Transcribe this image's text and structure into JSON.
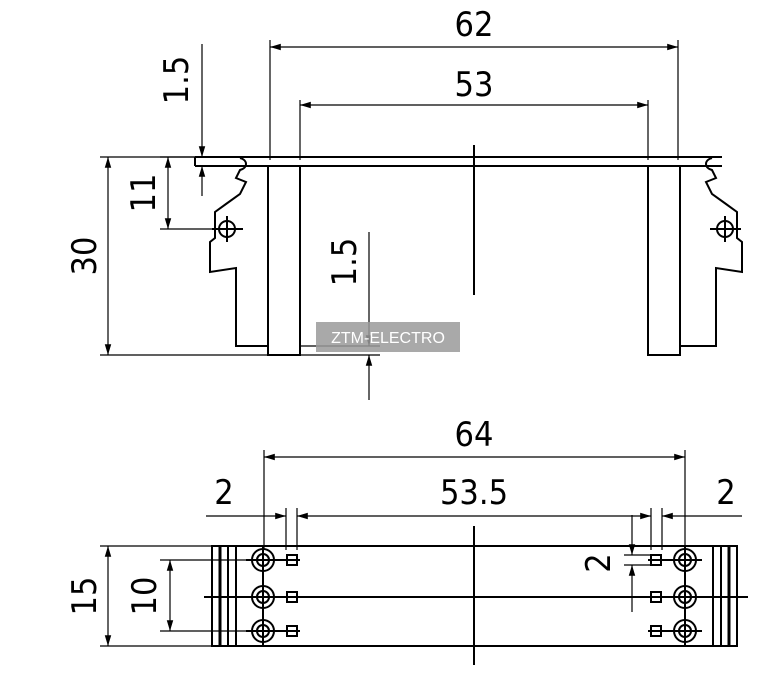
{
  "top_view": {
    "dims": {
      "overall_width": "62",
      "inner_width": "53",
      "plate_thickness": "1.5",
      "mount_height": "11",
      "total_height": "30",
      "bottom_gap": "1.5"
    }
  },
  "bottom_view": {
    "dims": {
      "overall_width": "64",
      "inner_width": "53.5",
      "left_margin": "2",
      "right_margin": "2",
      "pitch": "2",
      "total_depth": "15",
      "hole_span": "10"
    }
  },
  "watermark": {
    "text": "ZTM-ELECTRO"
  }
}
